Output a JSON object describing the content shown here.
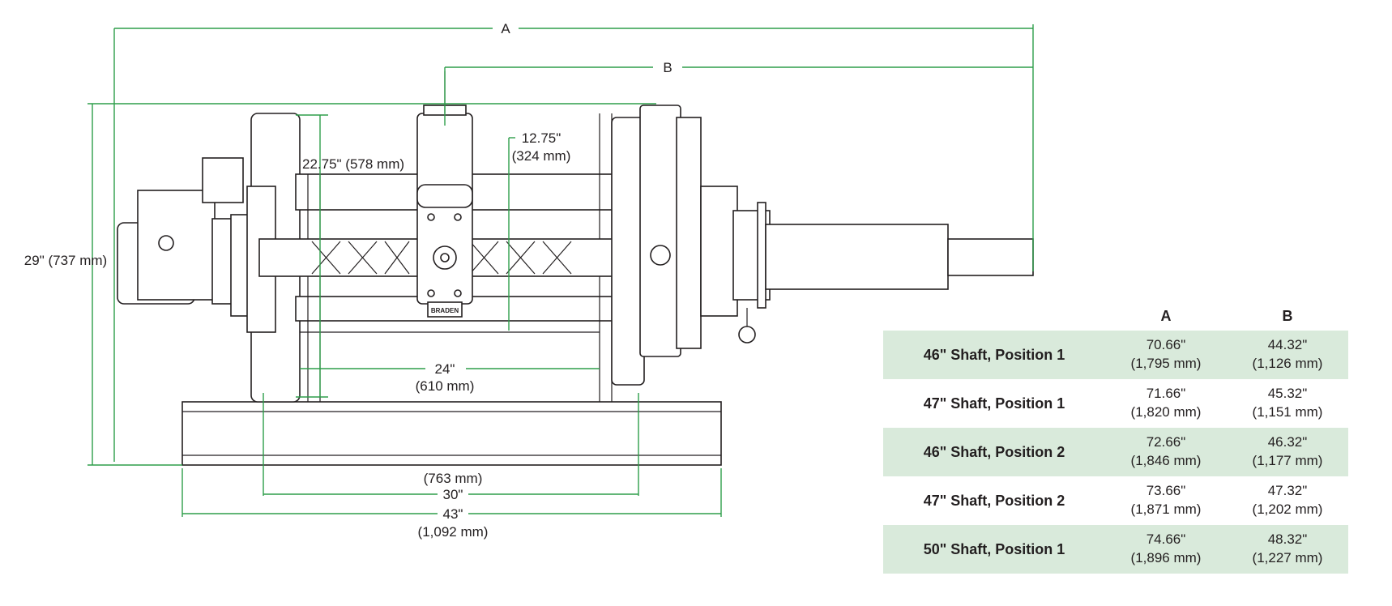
{
  "dimensions": {
    "a_label": "A",
    "b_label": "B",
    "height_label": "29\" (737 mm)",
    "drum_height_label": "22.75\" (578 mm)",
    "drum_dia_label_1": "12.75\"",
    "drum_dia_label_2": "(324 mm)",
    "drum_length_label_1": "24\"",
    "drum_length_label_2": "(610 mm)",
    "mount_width_label_1": "(763 mm)",
    "mount_width_label_2": "30\"",
    "base_width_label_1": "43\"",
    "base_width_label_2": "(1,092 mm)",
    "brand_plate": "BRADEN"
  },
  "table": {
    "headers": [
      "A",
      "B"
    ],
    "rows": [
      {
        "label": "46\" Shaft, Position 1",
        "a": [
          "70.66\"",
          "(1,795 mm)"
        ],
        "b": [
          "44.32\"",
          "(1,126 mm)"
        ],
        "shaded": true
      },
      {
        "label": "47\" Shaft, Position 1",
        "a": [
          "71.66\"",
          "(1,820 mm)"
        ],
        "b": [
          "45.32\"",
          "(1,151 mm)"
        ],
        "shaded": false
      },
      {
        "label": "46\" Shaft, Position 2",
        "a": [
          "72.66\"",
          "(1,846 mm)"
        ],
        "b": [
          "46.32\"",
          "(1,177 mm)"
        ],
        "shaded": true
      },
      {
        "label": "47\" Shaft, Position 2",
        "a": [
          "73.66\"",
          "(1,871 mm)"
        ],
        "b": [
          "47.32\"",
          "(1,202 mm)"
        ],
        "shaded": false
      },
      {
        "label": "50\" Shaft, Position 1",
        "a": [
          "74.66\"",
          "(1,896 mm)"
        ],
        "b": [
          "48.32\"",
          "(1,227 mm)"
        ],
        "shaded": true
      }
    ]
  },
  "colors": {
    "dimension_line": "#2e9e4a",
    "table_shade": "#d9eadb"
  }
}
